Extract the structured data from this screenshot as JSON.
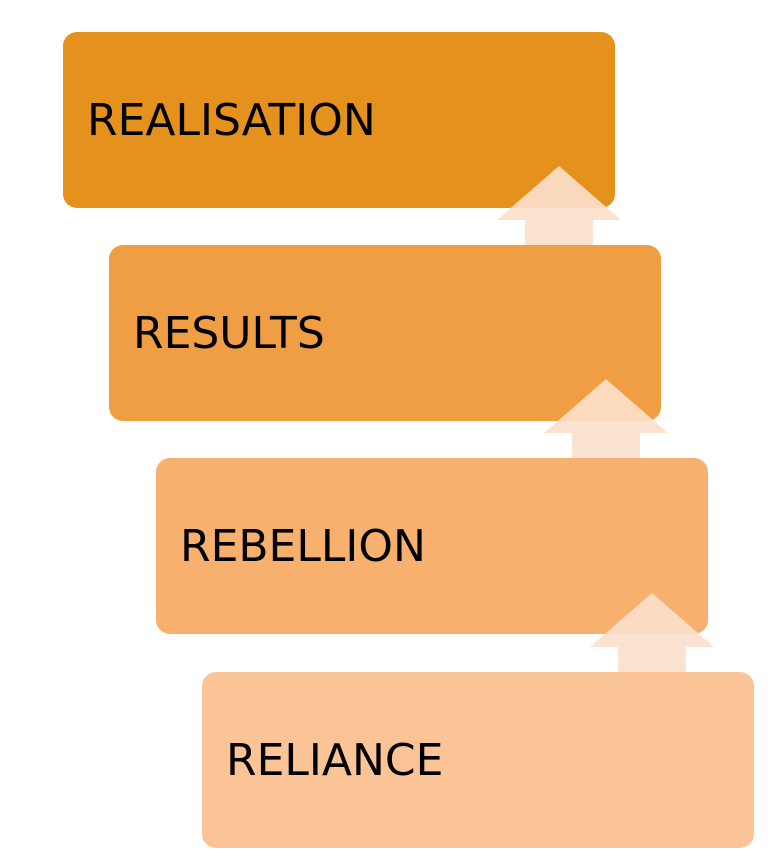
{
  "steps": [
    {
      "label": "REALISATION",
      "color": "#E5911E"
    },
    {
      "label": "RESULTS",
      "color": "#F09E43"
    },
    {
      "label": "REBELLION",
      "color": "#F7B06E"
    },
    {
      "label": "RELIANCE",
      "color": "#FBC496"
    }
  ],
  "arrow_color": "#FCE0CC",
  "arrow_icon": "up-arrow-icon"
}
